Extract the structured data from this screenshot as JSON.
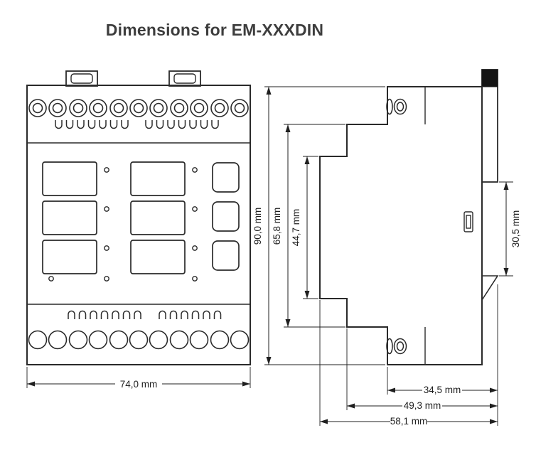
{
  "title": "Dimensions for EM-XXXDIN",
  "dimensions": {
    "front_width": "74,0 mm",
    "total_height": "90,0 mm",
    "mid_height": "65,8 mm",
    "front_face_height": "44,7 mm",
    "din_slot_height": "30,5 mm",
    "depth_terminal": "34,5 mm",
    "depth_mid": "49,3 mm",
    "depth_total": "58,1 mm"
  }
}
